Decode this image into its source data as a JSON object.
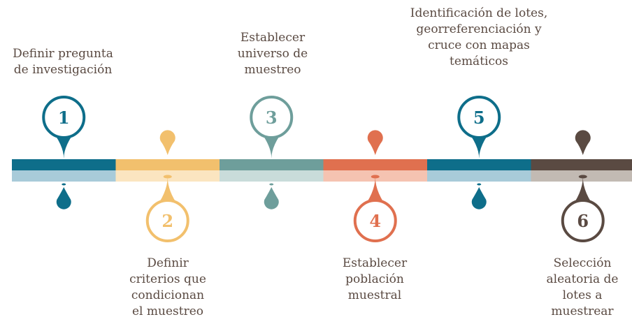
{
  "steps": [
    {
      "number": "1",
      "label": "Definir pregunta\nde investigación",
      "color": "#0e6e8a",
      "light": "#a8cbd9"
    },
    {
      "number": "2",
      "label": "Definir\ncriterios que\ncondicionan\nel muestreo",
      "color": "#f2c06d",
      "light": "#fbe5c0"
    },
    {
      "number": "3",
      "label": "Establecer\nuniverso de\nmuestreo",
      "color": "#6e9e9b",
      "light": "#c9dcda"
    },
    {
      "number": "4",
      "label": "Establecer\npoblación\nmuestral",
      "color": "#e0704f",
      "light": "#f5c3b1"
    },
    {
      "number": "5",
      "label": "Identificación de lotes,\ngeorreferenciación y\ncruce con mapas\ntemáticos",
      "color": "#0e6e8a",
      "light": "#a8cbd9"
    },
    {
      "number": "6",
      "label": "Selección\naleatoria de\nlotes a\nmuestrear",
      "color": "#5a4a42",
      "light": "#c2bab3"
    }
  ]
}
